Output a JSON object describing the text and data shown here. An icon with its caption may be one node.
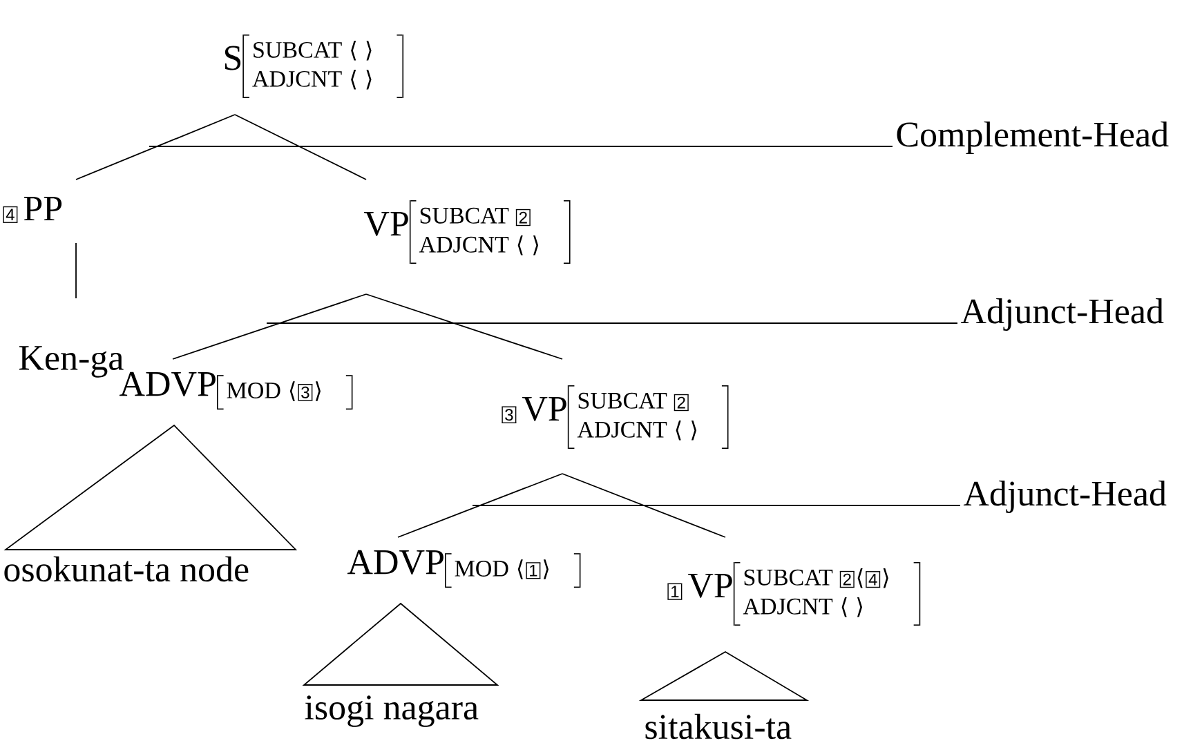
{
  "diagram": {
    "nodes": [
      {
        "text": [
          "S",
          "SUBCAT",
          "⟨ ⟩",
          "ADJCNT",
          "⟨ ⟩"
        ]
      },
      {
        "text": [
          "4",
          "PP"
        ]
      },
      {
        "text": [
          "VP",
          "SUBCAT",
          "2",
          "ADJCNT",
          "⟨ ⟩"
        ]
      },
      {
        "text": [
          "Ken-ga"
        ]
      },
      {
        "text": [
          "ADVP",
          "MOD",
          "⟨",
          "3",
          "⟩"
        ]
      },
      {
        "text": [
          "3",
          "VP",
          "SUBCAT",
          "2",
          "ADJCNT",
          "⟨ ⟩"
        ]
      },
      {
        "text": [
          "osokunat-ta node"
        ]
      },
      {
        "text": [
          "ADVP",
          "MOD",
          "⟨",
          "1",
          "⟩"
        ]
      },
      {
        "text": [
          "1",
          "VP",
          "SUBCAT",
          "2",
          "⟨",
          "4",
          "⟩",
          "ADJCNT",
          "⟨ ⟩"
        ]
      },
      {
        "text": [
          "isogi nagara"
        ]
      },
      {
        "text": [
          "sitakusi-ta"
        ]
      }
    ],
    "edges": [
      {
        "from": 0,
        "to": 1,
        "arrow": "none"
      },
      {
        "from": 0,
        "to": 2,
        "arrow": "none"
      },
      {
        "from": 1,
        "to": 3,
        "arrow": "none"
      },
      {
        "from": 2,
        "to": 4,
        "arrow": "none"
      },
      {
        "from": 2,
        "to": 5,
        "arrow": "none"
      },
      {
        "from": 4,
        "to": 6,
        "arrow": "none"
      },
      {
        "from": 5,
        "to": 7,
        "arrow": "none"
      },
      {
        "from": 5,
        "to": 8,
        "arrow": "none"
      },
      {
        "from": 7,
        "to": 9,
        "arrow": "none"
      },
      {
        "from": 8,
        "to": 10,
        "arrow": "none"
      }
    ],
    "labels": [
      "Complement-Head",
      "Adjunct-Head",
      "Adjunct-Head"
    ]
  }
}
